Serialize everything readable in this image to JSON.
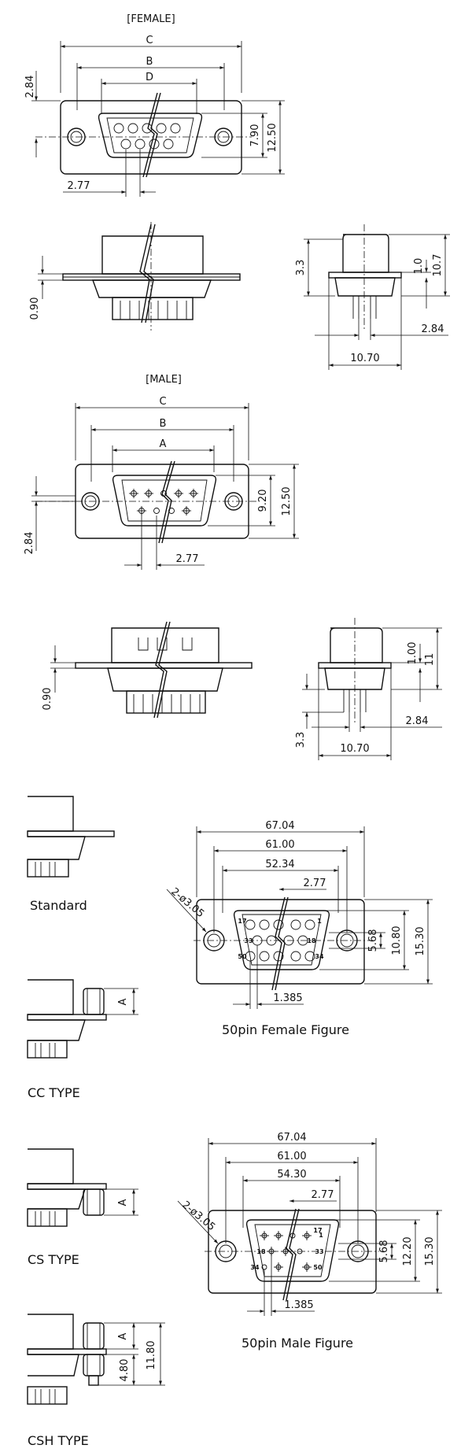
{
  "female": {
    "title": "[FEMALE]",
    "C": "C",
    "B": "B",
    "D": "D",
    "d_2_84": "2.84",
    "d_7_90": "7.90",
    "d_12_50": "12.50",
    "d_2_77": "2.77",
    "side_0_90": "0.90",
    "right_3_3": "3.3",
    "right_1_0": "1.0",
    "right_10_7": "10.7",
    "right_2_84": "2.84",
    "right_10_70": "10.70"
  },
  "male": {
    "title": "[MALE]",
    "C": "C",
    "B": "B",
    "A": "A",
    "d_9_20": "9.20",
    "d_12_50": "12.50",
    "d_2_84": "2.84",
    "d_2_77": "2.77",
    "side_0_90": "0.90",
    "right_1_00": "1.00",
    "right_11": "11",
    "right_3_3": "3.3",
    "right_2_84": "2.84",
    "right_10_70": "10.70"
  },
  "types": {
    "standard": "Standard",
    "cc": "CC TYPE",
    "cs": "CS TYPE",
    "csh": "CSH TYPE",
    "cc_A": "A",
    "cs_A": "A",
    "csh_A": "A",
    "csh_4_80": "4.80",
    "csh_11_80": "11.80"
  },
  "pin50_female": {
    "caption": "50pin  Female  Figure",
    "d_67_04": "67.04",
    "d_61_00": "61.00",
    "d_52_34": "52.34",
    "d_2_77": "2.77",
    "d_hole": "2-ø3.05",
    "d_5_68": "5.68",
    "d_10_80": "10.80",
    "d_15_30": "15.30",
    "d_1_385": "1.385",
    "pin_17": "17",
    "pin_1": "1",
    "pin_33": "33",
    "pin_18": "18",
    "pin_50": "50",
    "pin_34": "34"
  },
  "pin50_male": {
    "caption": "50pin  Male  Figure",
    "d_67_04": "67.04",
    "d_61_00": "61.00",
    "d_54_30": "54.30",
    "d_2_77": "2.77",
    "d_hole": "2-ø3.05",
    "d_5_68": "5.68",
    "d_12_20": "12.20",
    "d_15_30": "15.30",
    "d_1_385": "1.385",
    "pin_1": "1",
    "pin_17": "17",
    "pin_18": "18",
    "pin_33": "33",
    "pin_34": "34",
    "pin_50": "50"
  }
}
